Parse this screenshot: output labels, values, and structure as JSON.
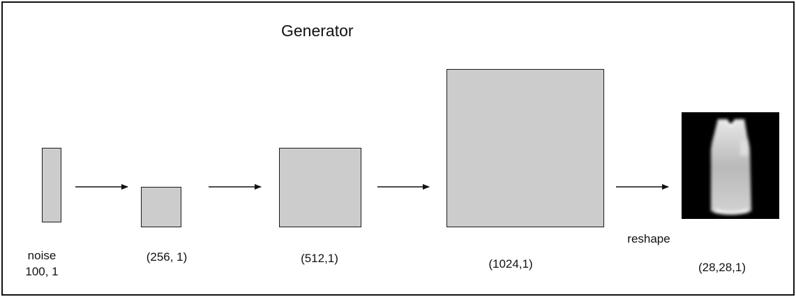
{
  "title": "Generator",
  "layers": [
    {
      "label_line1": "noise",
      "label_line2": "100, 1"
    },
    {
      "label": "(256, 1)"
    },
    {
      "label": "(512,1)"
    },
    {
      "label": "(1024,1)"
    }
  ],
  "reshape_label": "reshape",
  "output_label": "(28,28,1)",
  "colors": {
    "layer_fill": "#cccccc",
    "border": "#111111",
    "output_background": "#000000"
  }
}
